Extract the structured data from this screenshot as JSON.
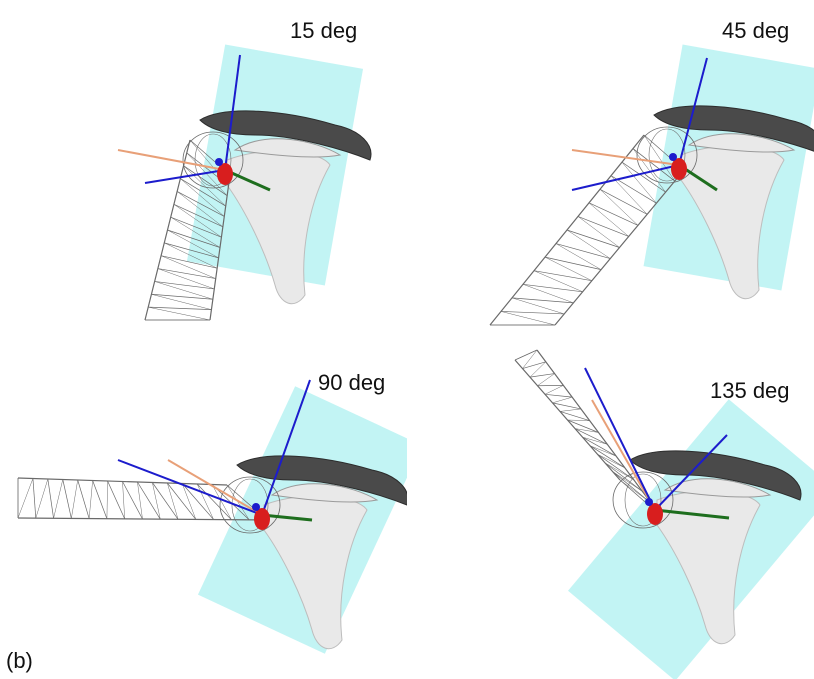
{
  "figure": {
    "label": "(b)",
    "panels": [
      {
        "angle_label": "15 deg",
        "abduction_deg": 15
      },
      {
        "angle_label": "45 deg",
        "abduction_deg": 45
      },
      {
        "angle_label": "90 deg",
        "abduction_deg": 90
      },
      {
        "angle_label": "135 deg",
        "abduction_deg": 135
      }
    ]
  },
  "colors": {
    "scapula_plane": "#aef0f0",
    "bone_fill": "#e9e9e9",
    "bone_dark": "#4a4a4a",
    "humerus_mesh": "#6a6a6a",
    "joint_marker": "#d81e1e",
    "axis_blue": "#1c1ccc",
    "axis_green": "#1e6e1e",
    "axis_orange": "#e8a078"
  }
}
